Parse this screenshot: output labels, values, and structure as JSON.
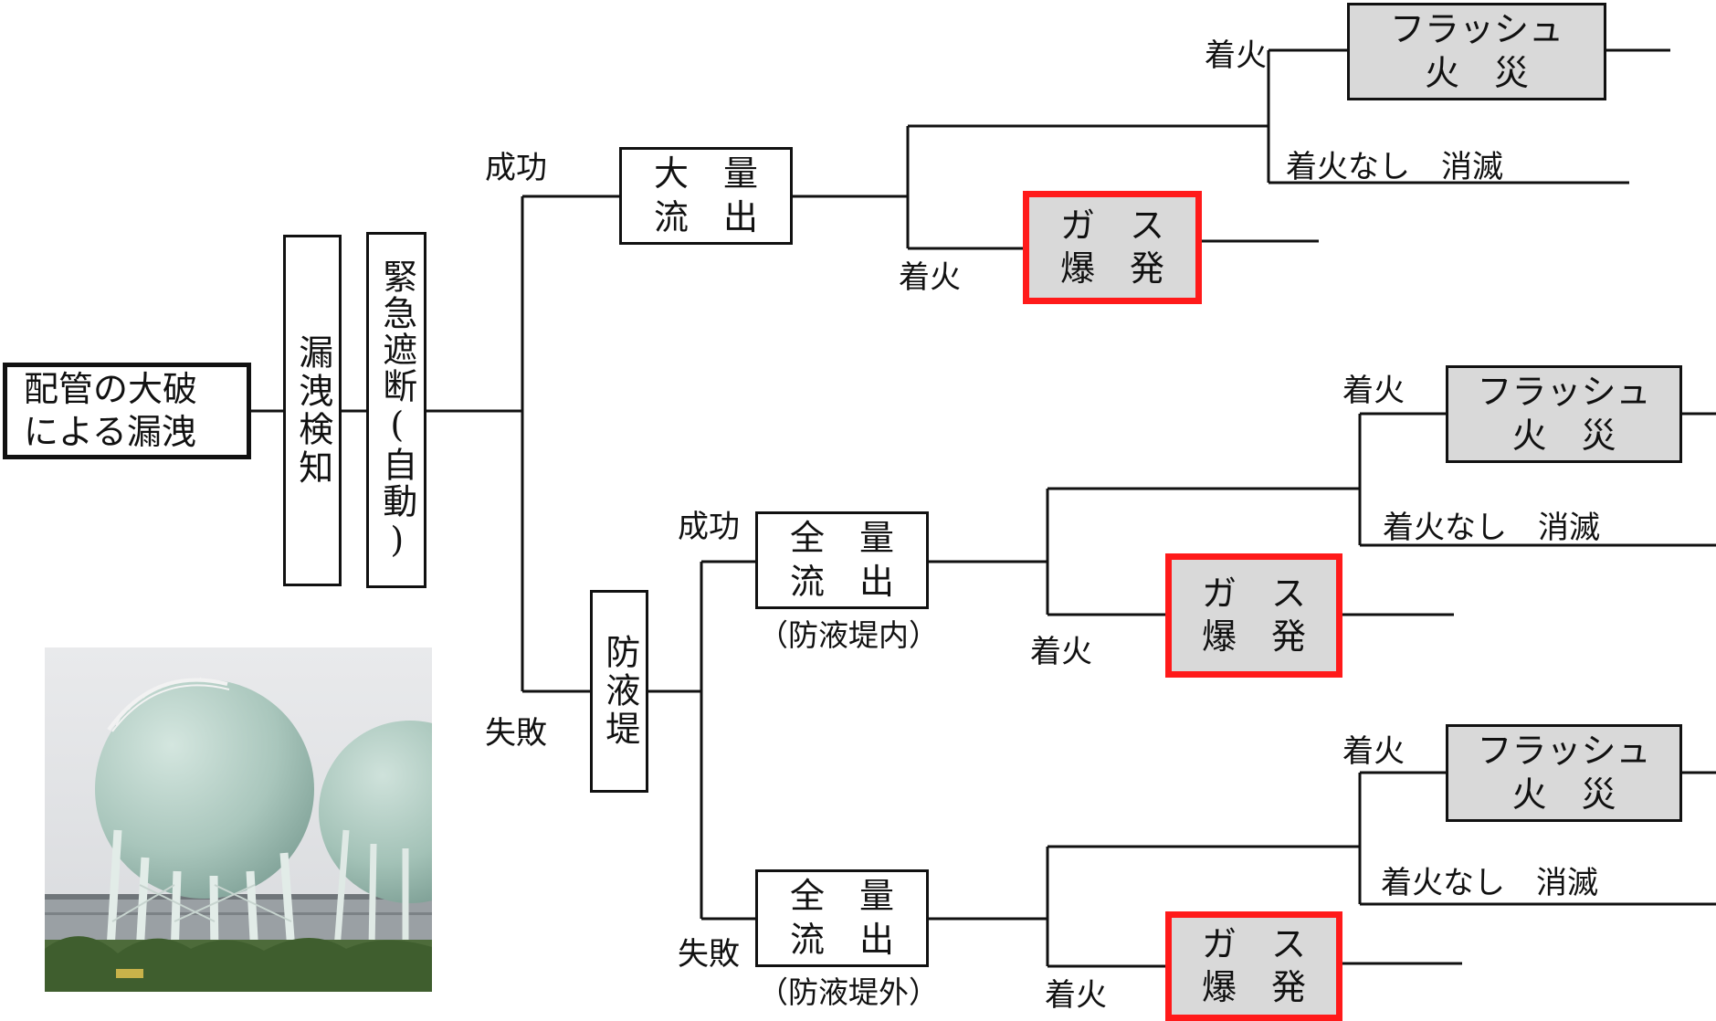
{
  "start": {
    "line1": "配管の大破",
    "line2": "による漏洩"
  },
  "leak_detect": "漏洩検知",
  "emergency_shutoff": "緊急遮断(自動)",
  "branch_labels": {
    "top_success": "成功",
    "top_failure": "失敗",
    "dike_success": "成功",
    "dike_failure": "失敗"
  },
  "dike": "防液堤",
  "outflow": {
    "large": {
      "line1": "大　量",
      "line2": "流　出"
    },
    "inside": {
      "line1": "全　量",
      "line2": "流　出",
      "note": "（防液堤内）"
    },
    "outside": {
      "line1": "全　量",
      "line2": "流　出",
      "note": "（防液堤外）"
    }
  },
  "outcomes": {
    "ignition": "着火",
    "no_ignition": "着火なし　消滅",
    "flash_fire": {
      "line1": "フラッシュ",
      "line2": "火　災"
    },
    "gas_explosion": {
      "line1": "ガ　ス",
      "line2": "爆　発"
    }
  },
  "photo": {
    "subject": "spherical-gas-storage-tanks"
  },
  "colors": {
    "line": "#111111",
    "highlight": "#ff1a1a",
    "grey_fill": "#d9d9d9"
  }
}
